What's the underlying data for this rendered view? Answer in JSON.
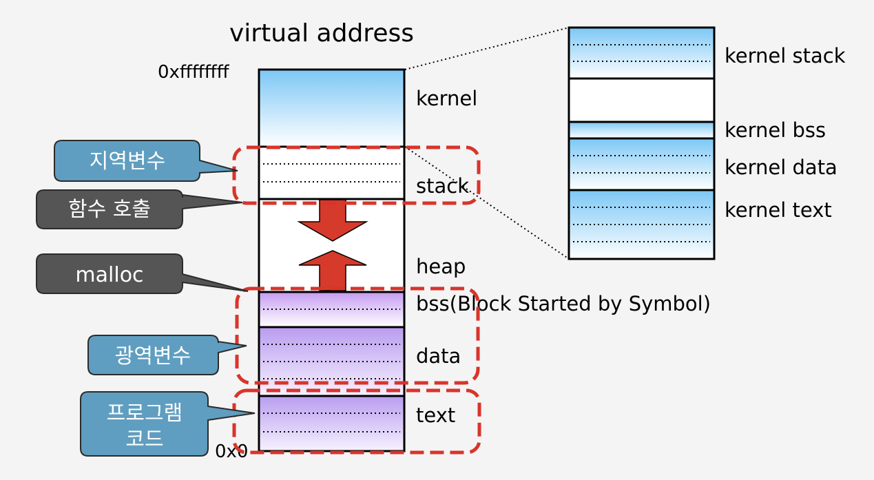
{
  "title": "virtual address",
  "addresses": {
    "top": "0xffffffff",
    "bottom": "0x0"
  },
  "segments": {
    "kernel": "kernel",
    "stack": "stack",
    "heap": "heap",
    "bss": "bss(Block Started by Symbol)",
    "data": "data",
    "text": "text"
  },
  "kernel_detail": {
    "stack": "kernel stack",
    "bss": "kernel bss",
    "data": "kernel data",
    "text": "kernel text"
  },
  "callouts": {
    "local_vars": "지역변수",
    "function_call": "함수 호출",
    "malloc": "malloc",
    "global_vars": "광역변수",
    "program_code_1": "프로그램",
    "program_code_2": "코드"
  },
  "colors": {
    "background": "#f4f4f4",
    "kernel_blue": "#7cc7f5",
    "segment_purple": "#c49cf0",
    "arrow_red": "#d63a2a",
    "highlight_red": "#d9342b",
    "callout_blue": "#5f9ec0",
    "callout_gray": "#555555"
  }
}
